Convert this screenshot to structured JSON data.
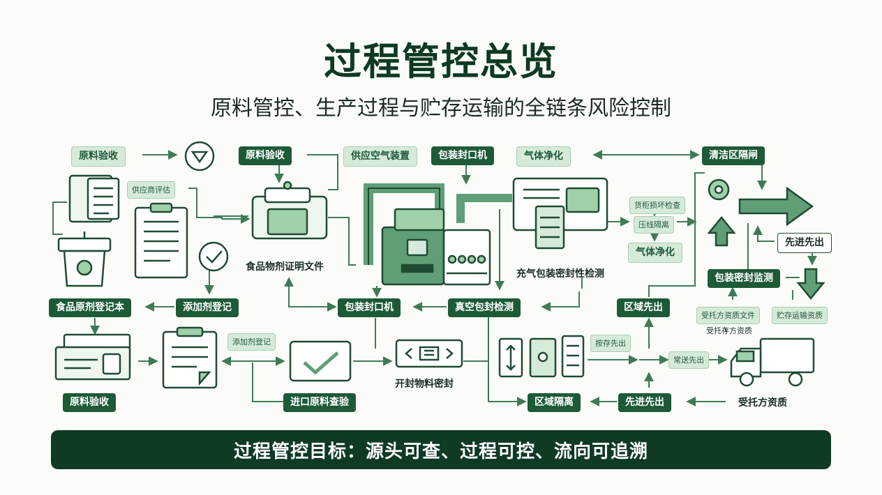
{
  "header": {
    "title": "过程管控总览",
    "subtitle": "原料管控、生产过程与贮存运输的全链条风险控制"
  },
  "labels": {
    "raw_acceptance_top": "原料验收",
    "supplier_eval": "供应商评估",
    "raw_acceptance_mid": "原料验收",
    "food_material_cert": "食品物剂证明文件",
    "air_supply_device": "供应空气装置",
    "sealer_top": "包装封口机",
    "gas_purify_top": "气体净化",
    "clean_zone_gate": "清洁区隔闸",
    "side_label_1": "货柜损坏检查",
    "side_label_2": "压线隔离",
    "gas_purify_small": "气体净化",
    "inflation_seal_test": "充气包装密封性检测",
    "first_out_box": "先进先出",
    "seal_monitor": "包装密封监测",
    "food_register_book": "食品原剂登记本",
    "additive_register": "添加剂登记",
    "sealer_mid": "包装封口机",
    "vacuum_test": "真空包封检测",
    "zone_first_out": "区域先出",
    "consignee_docs": "受托方资质文件",
    "storage_qual": "贮存运输资质",
    "consignee_storage": "受托存方资质",
    "additive_register_small": "添加剂登记",
    "open_material_seal": "开封物料密封",
    "storage_first_out": "按存先出",
    "transport_first_out": "常送先出",
    "raw_acceptance_bottom": "原料验收",
    "import_raw_check": "进口原料查验",
    "zone_isolation": "区域隔离",
    "fifo_bottom": "先进先出",
    "consignee_quality": "受托方资质"
  },
  "footer": {
    "goal": "过程管控目标：源头可查、过程可控、流向可追溯"
  },
  "colors": {
    "dark_green": "#1d5a38",
    "light_green": "#d6ead9",
    "icon_fill": "#9fd0aa",
    "banner": "#0f3a24",
    "line": "#3f7a57"
  },
  "icons": [
    "document-icon",
    "clipboard-icon",
    "trash-bin-icon",
    "funnel-icon",
    "check-badge-icon",
    "tray-icon",
    "pipe-machine-icon",
    "conveyor-icon",
    "filter-machine-icon",
    "gear-icon",
    "arrow-right-icon",
    "arrow-up-icon",
    "arrow-down-icon",
    "papers-icon",
    "checklist-icon",
    "checkmark-card-icon",
    "code-card-icon",
    "cabinet-icon",
    "truck-icon"
  ]
}
